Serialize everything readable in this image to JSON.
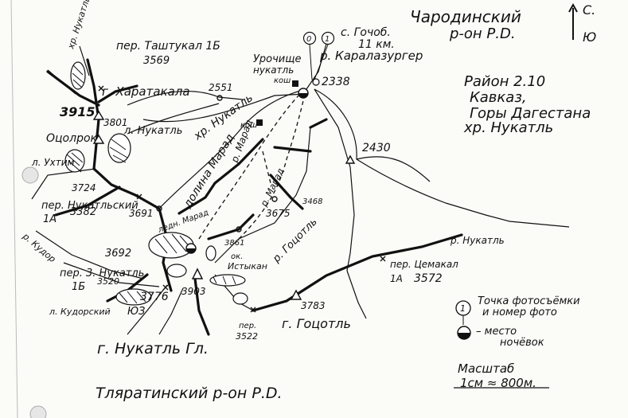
{
  "header": {
    "district_top": "Чародинский",
    "district_top_2": "р-он Р.D.",
    "compass_north": "С.",
    "compass_south": "Ю"
  },
  "region": {
    "line1": "Район 2.10",
    "line2": "Кавказ,",
    "line3": "Горы Дагестана",
    "line4": "хр. Нукатль"
  },
  "labels": {
    "gochob": "с. Гочоб.",
    "gochob_km": "11 км.",
    "karalazurger": "р. Каралазургер",
    "urochishe": "Урочище",
    "nukatl_kosh": "нукатль",
    "kosh": "кош",
    "kosh2": "кош",
    "h2338": "2338",
    "h2430": "2430",
    "h2551": "2551",
    "ridge_nukatl": "хр. Нукатль",
    "tashtukal": "пер. Таштукал 1Б",
    "tashtukal_h": "3569",
    "kharatakala": "г. Харатакала",
    "h3915": "3915",
    "h3801": "3801",
    "lnukatl": "л. Нукатль",
    "oholrok": "Оцолрок",
    "lukhtim": "л. Ухтим",
    "h3724": "3724",
    "per_nukatlsky": "пер. Нукатльский",
    "per_nukatlsky_cat": "1А",
    "per_nukatlsky_h": "3382",
    "h3691": "3691",
    "river_nukatl": "р. Нукатль",
    "valley": "долина Марад",
    "river_marad": "р. Марад",
    "lednik_marad": "ледн. Марад",
    "h3468": "3468",
    "h3675": "3675",
    "h3692": "3692",
    "h3861": "3861",
    "istykan": "Истыкан",
    "ok": "ок.",
    "river_gocotl": "р. Гоцотль",
    "river_kudor": "р. Кудор",
    "per_3nukatl": "пер. 3. Нукатль",
    "per_3nukatl_cat": "1Б",
    "per_3nukatl_h": "3520",
    "h3776": "3776",
    "h3903": "3903",
    "lkudorsky": "л. Кудорский",
    "lkudorsky_code": "ЮЗ",
    "nukatl_peak": "г. Нукатль Гл.",
    "per_3522": "пер.",
    "per_3522_h": "3522",
    "gocotl": "г. Гоцотль",
    "h3783": "3783",
    "per_cemakal": "пер. Цемакал",
    "per_cemakal_cat": "1А",
    "per_cemakal_h": "3572",
    "r_nukatl_e": "р. Нукатль",
    "bottom_district": "Тляратинский р-он Р.D."
  },
  "legend": {
    "photo_point": "Точка фотосъёмки",
    "photo_point_2": "и номер фото",
    "photo_num": "1",
    "camp_dash": "– место",
    "camp_2": "ночёвок",
    "scale_title": "Масштаб",
    "scale_value": "1см ≈ 800м.",
    "photo_markers": [
      "0",
      "1"
    ]
  }
}
